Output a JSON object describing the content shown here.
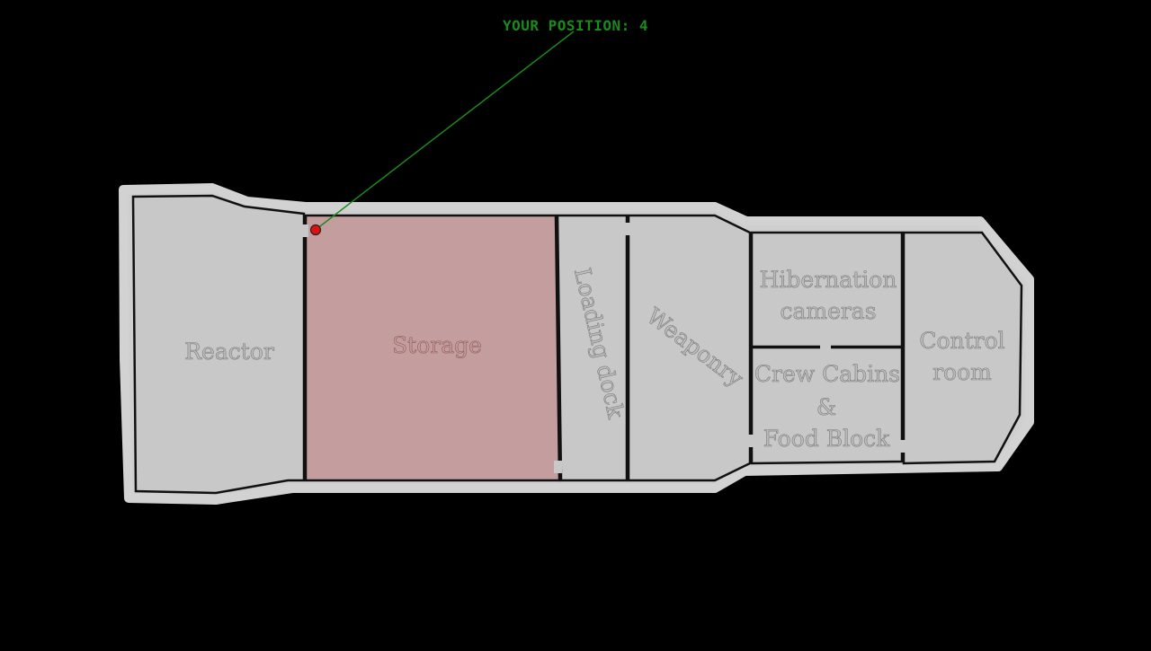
{
  "position": {
    "label": "YOUR POSITION: 4",
    "color": "#1a8a1a",
    "marker_color": "#dd1111"
  },
  "colors": {
    "background": "#000000",
    "hull_outline": "#c8c8c8",
    "room_fill": "#c8c8c8",
    "wall": "#111111",
    "selected_room_fill": "#c49e9e"
  },
  "rooms": {
    "reactor": "Reactor",
    "storage": "Storage",
    "loading_dock": "Loading dock",
    "weaponry": "Weaponry",
    "hibernation_1": "Hibernation",
    "hibernation_2": "cameras",
    "crew_1": "Crew Cabins",
    "crew_2": "&",
    "crew_3": "Food Block",
    "control_1": "Control",
    "control_2": "room"
  },
  "selected_room": "Storage"
}
